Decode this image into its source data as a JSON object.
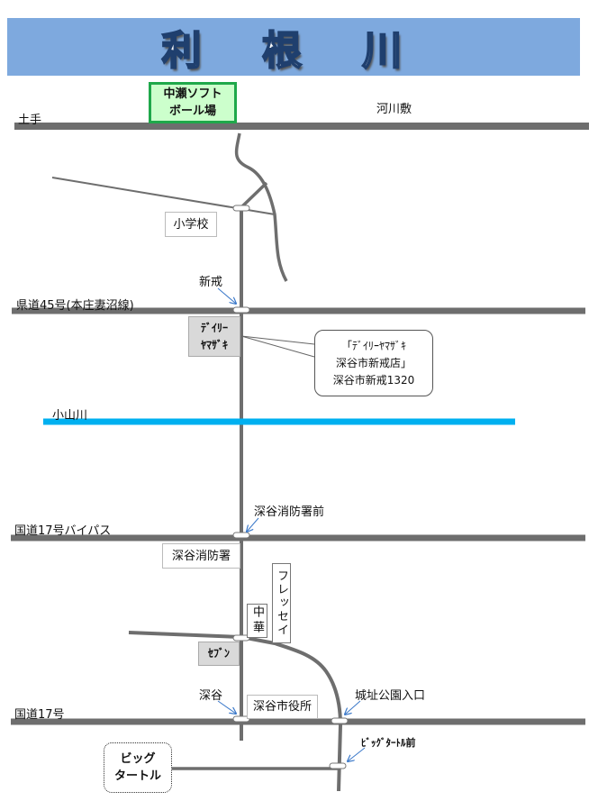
{
  "title": "利 根 川",
  "colors": {
    "banner": "#7ea9de",
    "road": "#6e6e6e",
    "river": "#00b0f0",
    "venue_fill": "#ccffcc",
    "venue_border": "#1fa84a",
    "arrow": "#3a78c9"
  },
  "roads": {
    "levee": "土手",
    "riverbed": "河川敷",
    "pref45": "県道45号(本庄妻沼線)",
    "river": "小山川",
    "r17bypass": "国道17号バイパス",
    "r17": "国道17号"
  },
  "signals": {
    "shinkai": "新戒",
    "fire_front": "深谷消防署前",
    "fukaya": "深谷",
    "castle_park": "城址公園入口",
    "big_turtle_front": "ﾋﾞｯｸﾞﾀｰﾄﾙ前"
  },
  "places": {
    "venue_line1": "中瀬ソフト",
    "venue_line2": "ボール場",
    "school": "小学校",
    "daily_line1": "ﾃﾞｲﾘｰ",
    "daily_line2": "ﾔﾏｻﾞｷ",
    "fire_station": "深谷消防署",
    "fressay": "フレッセイ",
    "chinese": "中華",
    "seven": "ｾﾌﾞﾝ",
    "city_hall": "深谷市役所",
    "turtle_line1": "ビッグ",
    "turtle_line2": "タートル"
  },
  "callout": {
    "line1": "「ﾃﾞｲﾘｰﾔﾏｻﾞｷ",
    "line2": "深谷市新戒店」",
    "line3": "深谷市新戒1320"
  }
}
